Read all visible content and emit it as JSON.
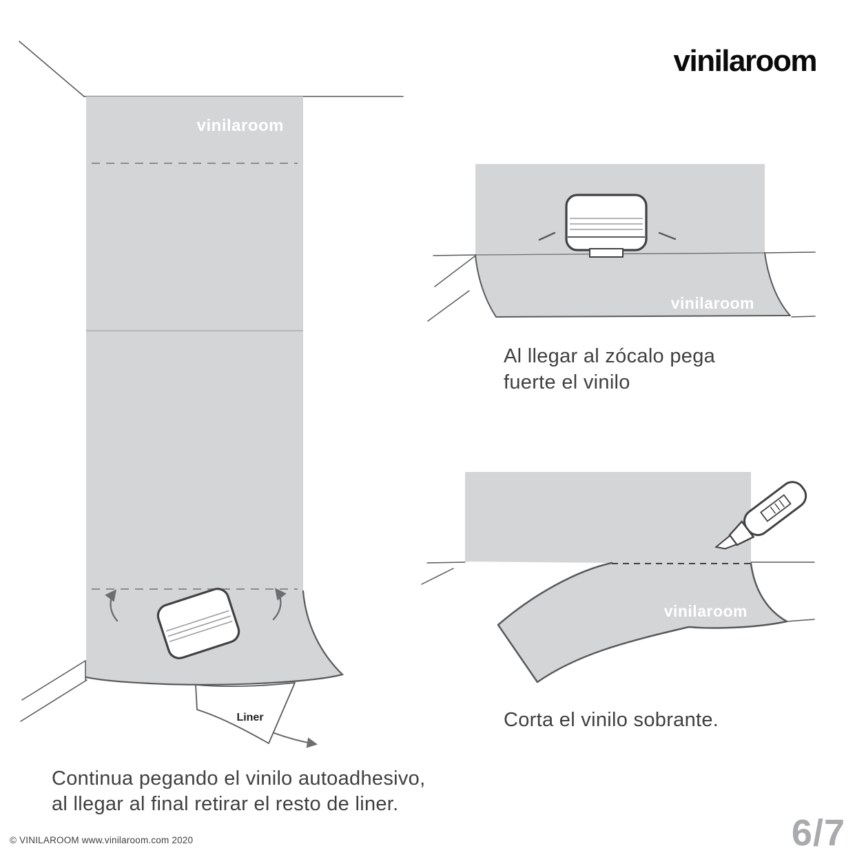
{
  "page": {
    "brand": "vinilaroom",
    "page_number": "6/7",
    "footer": "© VINILAROOM www.vinilaroom.com 2020"
  },
  "colors": {
    "vinyl_gray": "#d4d5d7",
    "outline_dark": "#58595b",
    "text_dark": "#3f3f41",
    "page_number_gray": "#a8aaad"
  },
  "left_illustration": {
    "vinyl_watermark": "vinilaroom",
    "liner_label": "Liner",
    "caption_line1": "Continua pegando el vinilo autoadhesivo,",
    "caption_line2": "al llegar al final retirar el resto de liner."
  },
  "baseboard_illustration": {
    "vinyl_watermark": "vinilaroom",
    "caption_line1": "Al llegar al zócalo pega",
    "caption_line2": "fuerte el vinilo"
  },
  "cutting_illustration": {
    "vinyl_watermark": "vinilaroom",
    "caption": "Corta el vinilo sobrante."
  }
}
